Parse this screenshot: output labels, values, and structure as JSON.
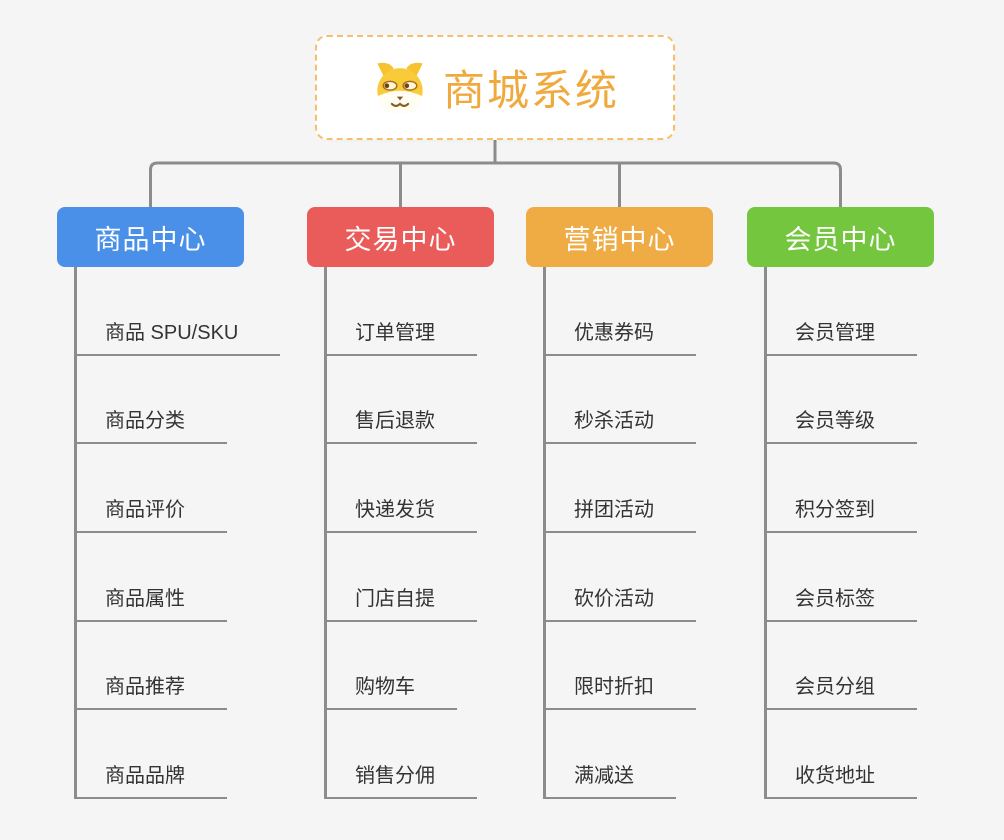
{
  "root": {
    "title": "商城系统",
    "icon": "dog-icon"
  },
  "colors": {
    "background": "#F5F5F5",
    "connector": "#8C8C8C",
    "root_border": "#F6C06B",
    "root_text": "#F0A93C",
    "child_text": "#333333",
    "branch_text": "#FFFFFF"
  },
  "branches": [
    {
      "label": "商品中心",
      "color": "#4A90E8",
      "children": [
        "商品 SPU/SKU",
        "商品分类",
        "商品评价",
        "商品属性",
        "商品推荐",
        "商品品牌"
      ]
    },
    {
      "label": "交易中心",
      "color": "#E95C5A",
      "children": [
        "订单管理",
        "售后退款",
        "快递发货",
        "门店自提",
        "购物车",
        "销售分佣"
      ]
    },
    {
      "label": "营销中心",
      "color": "#EFAB44",
      "children": [
        "优惠券码",
        "秒杀活动",
        "拼团活动",
        "砍价活动",
        "限时折扣",
        "满减送"
      ]
    },
    {
      "label": "会员中心",
      "color": "#74C63E",
      "children": [
        "会员管理",
        "会员等级",
        "积分签到",
        "会员标签",
        "会员分组",
        "收货地址"
      ]
    }
  ]
}
